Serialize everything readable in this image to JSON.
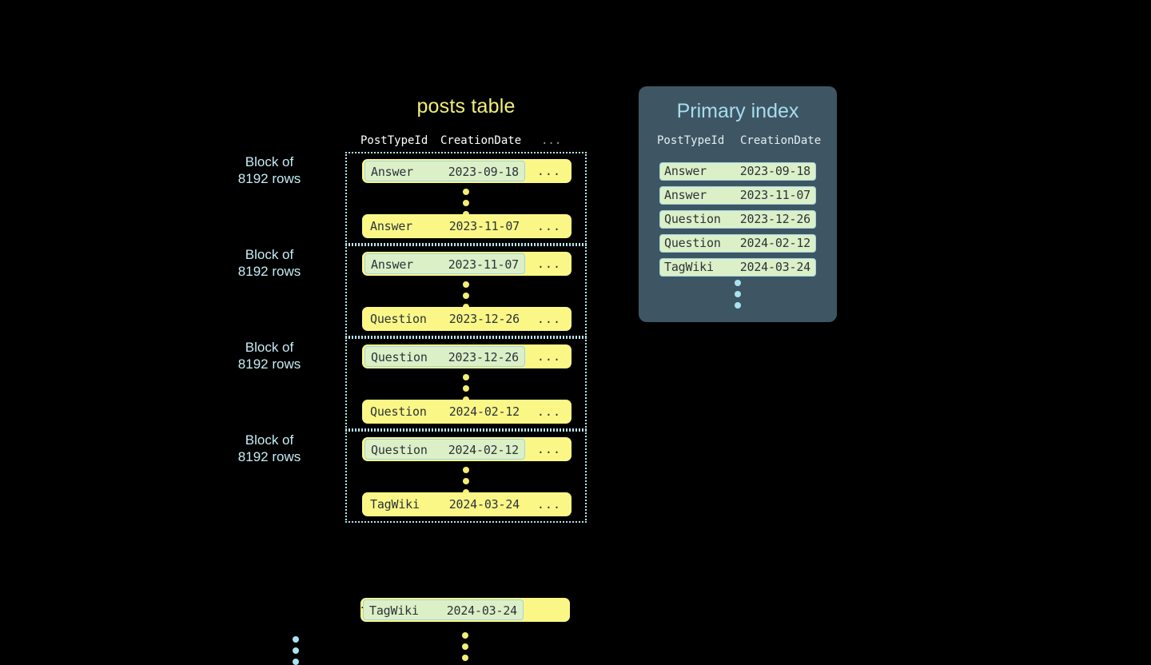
{
  "diagram": {
    "background_color": "#000000",
    "accent_yellow": "#fbf787",
    "accent_cyan": "#a9e2f2",
    "panel_slate": "#3e5663",
    "highlight_green": "#dcf0c8"
  },
  "posts_table": {
    "title": "posts table",
    "columns": {
      "post_type_id": "PostTypeId",
      "creation_date": "CreationDate",
      "more": "..."
    },
    "row_more": "...",
    "blocks": [
      {
        "label": "Block of\n8192 rows",
        "first_row": {
          "post_type_id": "Answer",
          "creation_date": "2023-09-18",
          "highlighted": true
        },
        "last_row": {
          "post_type_id": "Answer",
          "creation_date": "2023-11-07",
          "highlighted": false
        }
      },
      {
        "label": "Block of\n8192 rows",
        "first_row": {
          "post_type_id": "Answer",
          "creation_date": "2023-11-07",
          "highlighted": true
        },
        "last_row": {
          "post_type_id": "Question",
          "creation_date": "2023-12-26",
          "highlighted": false
        }
      },
      {
        "label": "Block of\n8192 rows",
        "first_row": {
          "post_type_id": "Question",
          "creation_date": "2023-12-26",
          "highlighted": true
        },
        "last_row": {
          "post_type_id": "Question",
          "creation_date": "2024-02-12",
          "highlighted": false
        }
      },
      {
        "label": "Block of\n8192 rows",
        "first_row": {
          "post_type_id": "Question",
          "creation_date": "2024-02-12",
          "highlighted": true
        },
        "last_row": {
          "post_type_id": "TagWiki",
          "creation_date": "2024-03-24",
          "highlighted": false
        }
      }
    ],
    "tail_row": {
      "post_type_id": "TagWiki",
      "creation_date": "2024-03-24",
      "highlighted": true
    }
  },
  "primary_index": {
    "title": "Primary index",
    "columns": {
      "post_type_id": "PostTypeId",
      "creation_date": "CreationDate"
    },
    "rows": [
      {
        "post_type_id": "Answer",
        "creation_date": "2023-09-18"
      },
      {
        "post_type_id": "Answer",
        "creation_date": "2023-11-07"
      },
      {
        "post_type_id": "Question",
        "creation_date": "2023-12-26"
      },
      {
        "post_type_id": "Question",
        "creation_date": "2024-02-12"
      },
      {
        "post_type_id": "TagWiki",
        "creation_date": "2024-03-24"
      }
    ]
  }
}
